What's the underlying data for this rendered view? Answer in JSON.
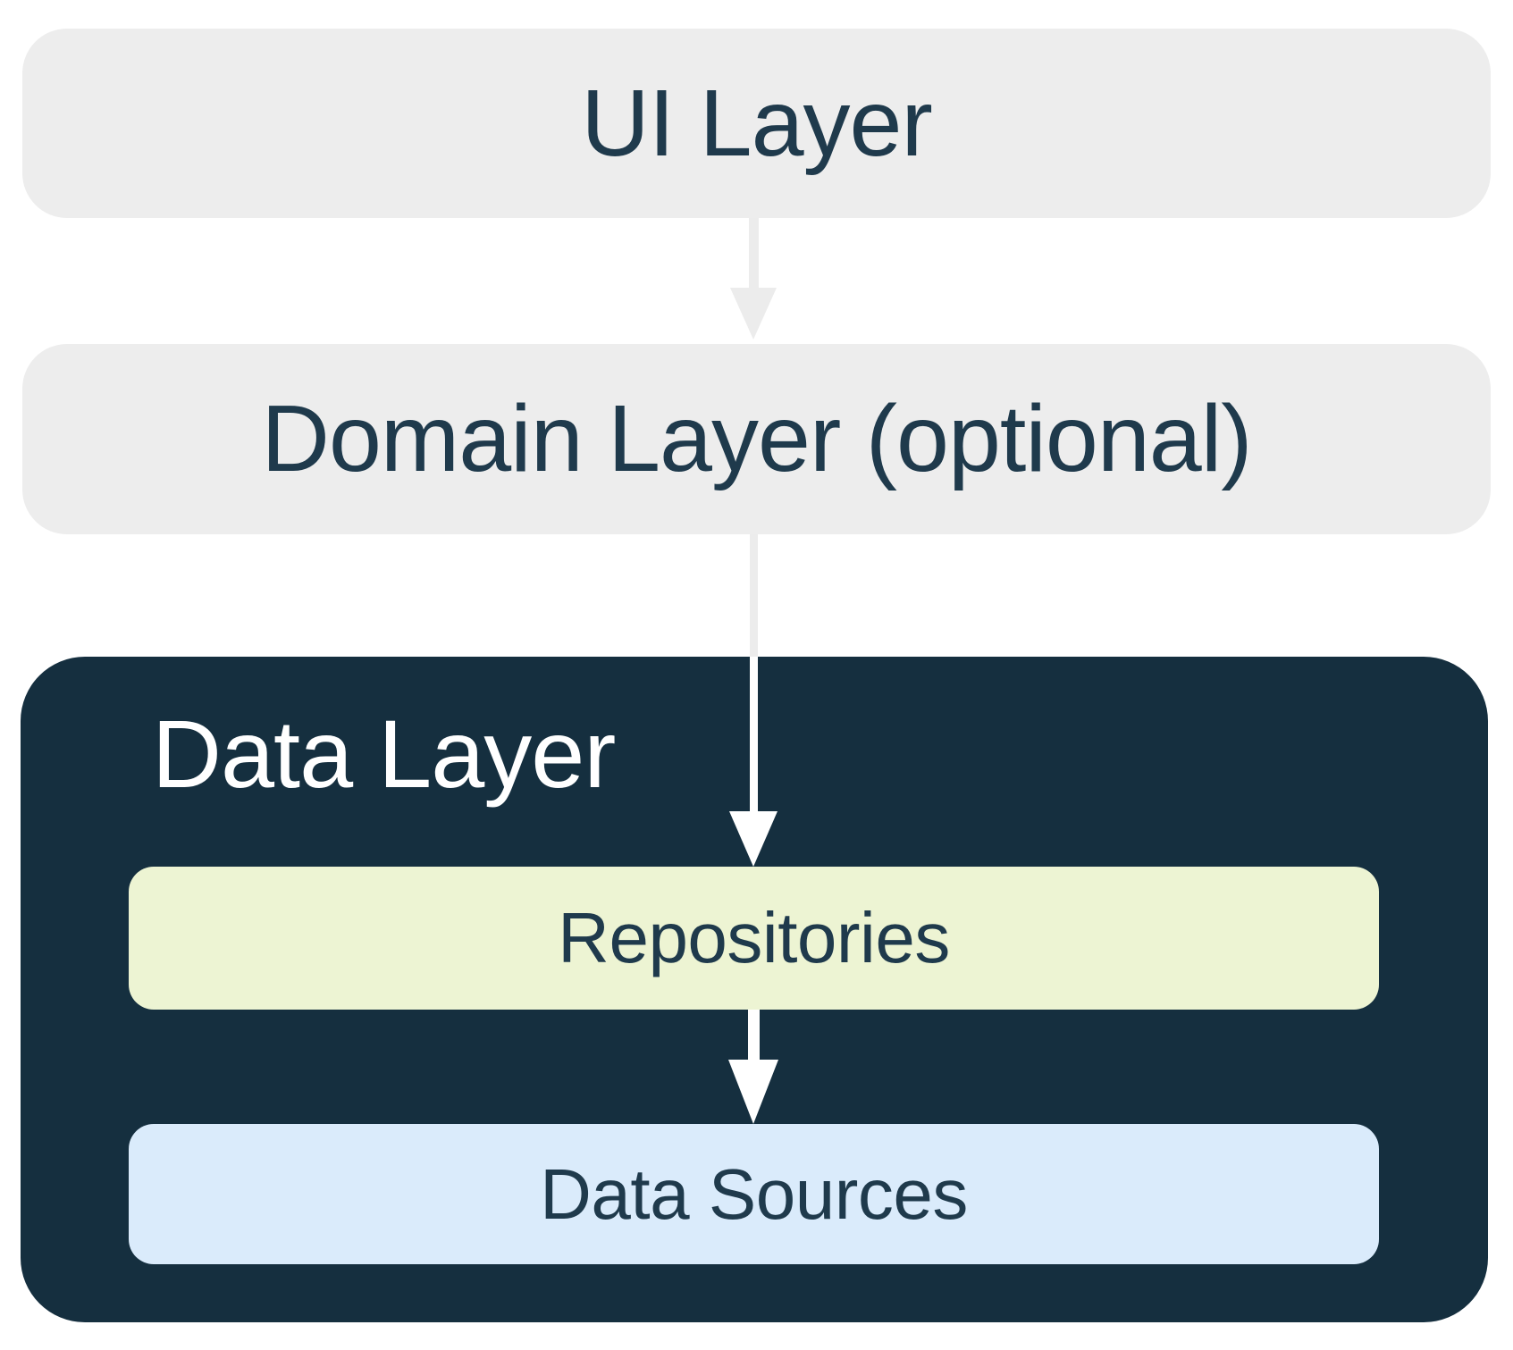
{
  "diagram": {
    "layers": {
      "ui": {
        "label": "UI Layer"
      },
      "domain": {
        "label": "Domain Layer (optional)"
      },
      "data": {
        "label": "Data Layer",
        "children": [
          {
            "label": "Repositories"
          },
          {
            "label": "Data Sources"
          }
        ]
      }
    },
    "arrows": [
      {
        "name": "ui-to-domain",
        "direction": "down",
        "color_key": "arrow-gray"
      },
      {
        "name": "domain-to-repositories",
        "direction": "down",
        "color_key": "arrow-gray-to-white"
      },
      {
        "name": "repositories-to-datasources",
        "direction": "down",
        "color_key": "white"
      }
    ]
  },
  "colors": {
    "box-gray": "#EDEDED",
    "arrow-gray": "#ECECEC",
    "navy": "#152F3F",
    "text-navy": "#1F3A4C",
    "pale-green": "#EDF4D3",
    "pale-blue": "#DAEBFB",
    "white": "#FFFFFF"
  }
}
